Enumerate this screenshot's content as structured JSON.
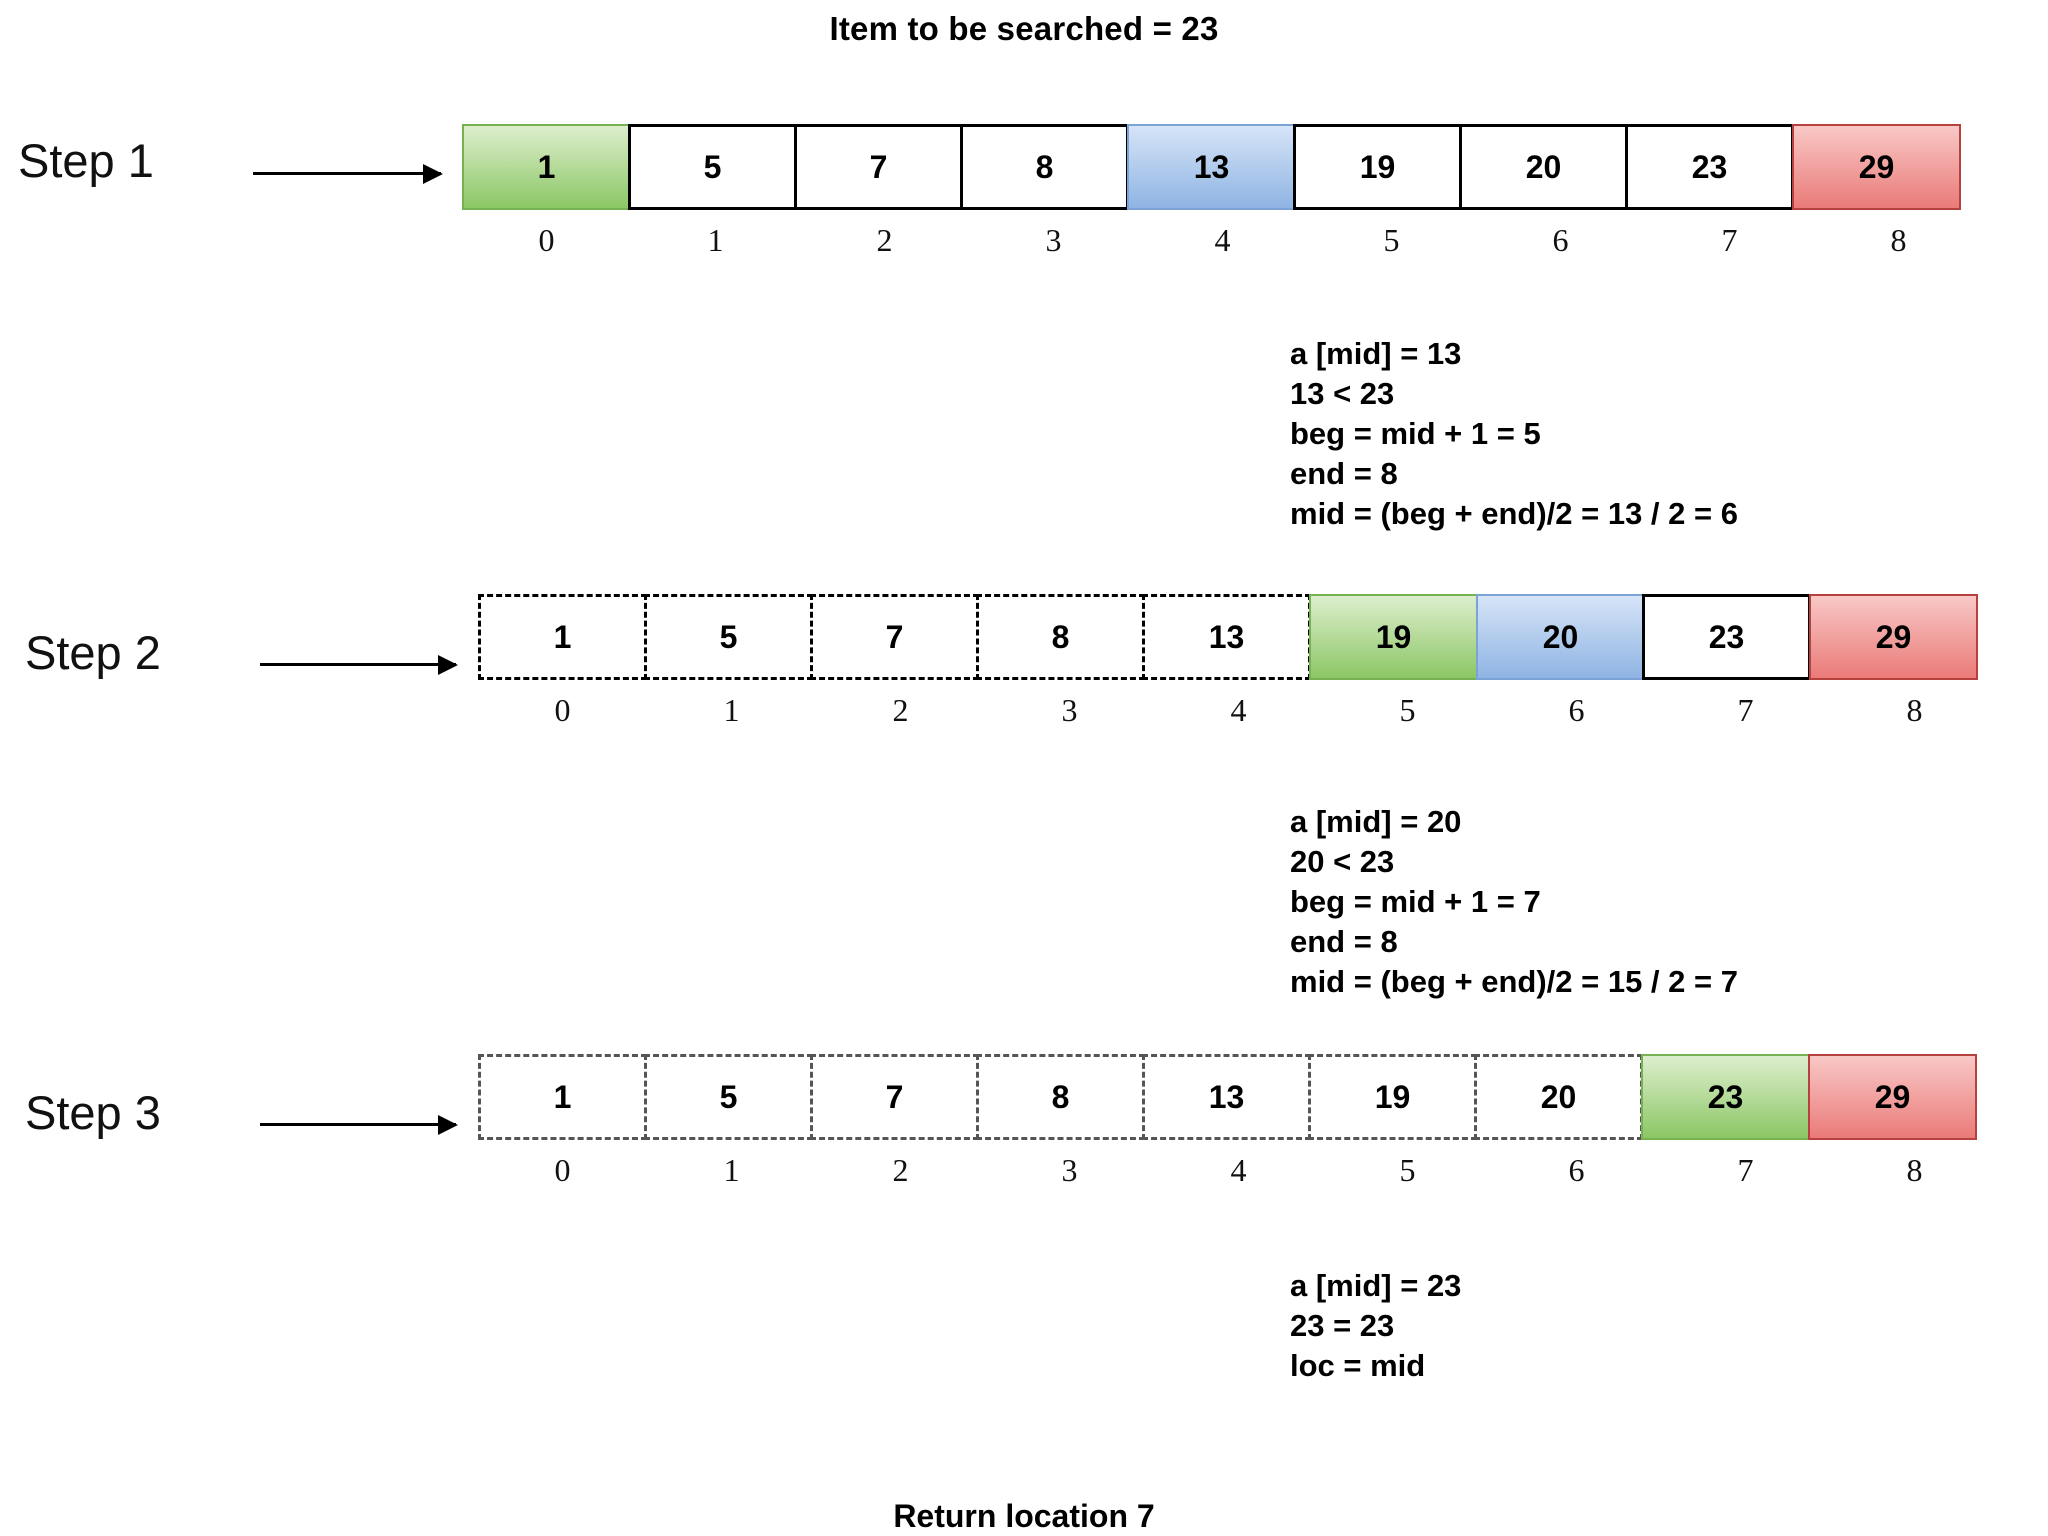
{
  "title": "Item to be searched = 23",
  "footer": "Return location 7",
  "search_item": "23",
  "colors": {
    "highlight_low": "#8cc765",
    "highlight_mid": "#8fb4e3",
    "highlight_high": "#ea7b79",
    "cell_border": "#000000",
    "text": "#000000",
    "background": "#ffffff"
  },
  "indices": [
    "0",
    "1",
    "2",
    "3",
    "4",
    "5",
    "6",
    "7",
    "8"
  ],
  "steps": [
    {
      "label": "Step 1",
      "cells": [
        {
          "value": "1",
          "style": "green"
        },
        {
          "value": "5",
          "style": "plain"
        },
        {
          "value": "7",
          "style": "plain"
        },
        {
          "value": "8",
          "style": "plain"
        },
        {
          "value": "13",
          "style": "blue"
        },
        {
          "value": "19",
          "style": "plain"
        },
        {
          "value": "20",
          "style": "plain"
        },
        {
          "value": "23",
          "style": "plain"
        },
        {
          "value": "29",
          "style": "red"
        }
      ],
      "indices": [
        "0",
        "1",
        "2",
        "3",
        "4",
        "5",
        "6",
        "7",
        "8"
      ],
      "note": [
        "a [mid] = 13",
        "13 < 23",
        "beg = mid + 1 = 5",
        "end = 8",
        "mid = (beg + end)/2 = 13 / 2 = 6"
      ]
    },
    {
      "label": "Step 2",
      "cells": [
        {
          "value": "1",
          "style": "dashed"
        },
        {
          "value": "5",
          "style": "dashed"
        },
        {
          "value": "7",
          "style": "dashed"
        },
        {
          "value": "8",
          "style": "dashed"
        },
        {
          "value": "13",
          "style": "dashed"
        },
        {
          "value": "19",
          "style": "green"
        },
        {
          "value": "20",
          "style": "blue"
        },
        {
          "value": "23",
          "style": "plain"
        },
        {
          "value": "29",
          "style": "red"
        }
      ],
      "indices": [
        "0",
        "1",
        "2",
        "3",
        "4",
        "5",
        "6",
        "7",
        "8"
      ],
      "note": [
        "a [mid] = 20",
        "20 < 23",
        "beg = mid + 1 = 7",
        "end = 8",
        "mid = (beg + end)/2 = 15 / 2 = 7"
      ]
    },
    {
      "label": "Step 3",
      "cells": [
        {
          "value": "1",
          "style": "dashed-grey"
        },
        {
          "value": "5",
          "style": "dashed-grey"
        },
        {
          "value": "7",
          "style": "dashed-grey"
        },
        {
          "value": "8",
          "style": "dashed-grey"
        },
        {
          "value": "13",
          "style": "dashed-grey"
        },
        {
          "value": "19",
          "style": "dashed-grey"
        },
        {
          "value": "20",
          "style": "dashed-grey"
        },
        {
          "value": "23",
          "style": "green"
        },
        {
          "value": "29",
          "style": "red"
        }
      ],
      "indices": [
        "0",
        "1",
        "2",
        "3",
        "4",
        "5",
        "6",
        "7",
        "8"
      ],
      "note": [
        "a [mid] = 23",
        "23 = 23",
        "loc = mid"
      ]
    }
  ]
}
